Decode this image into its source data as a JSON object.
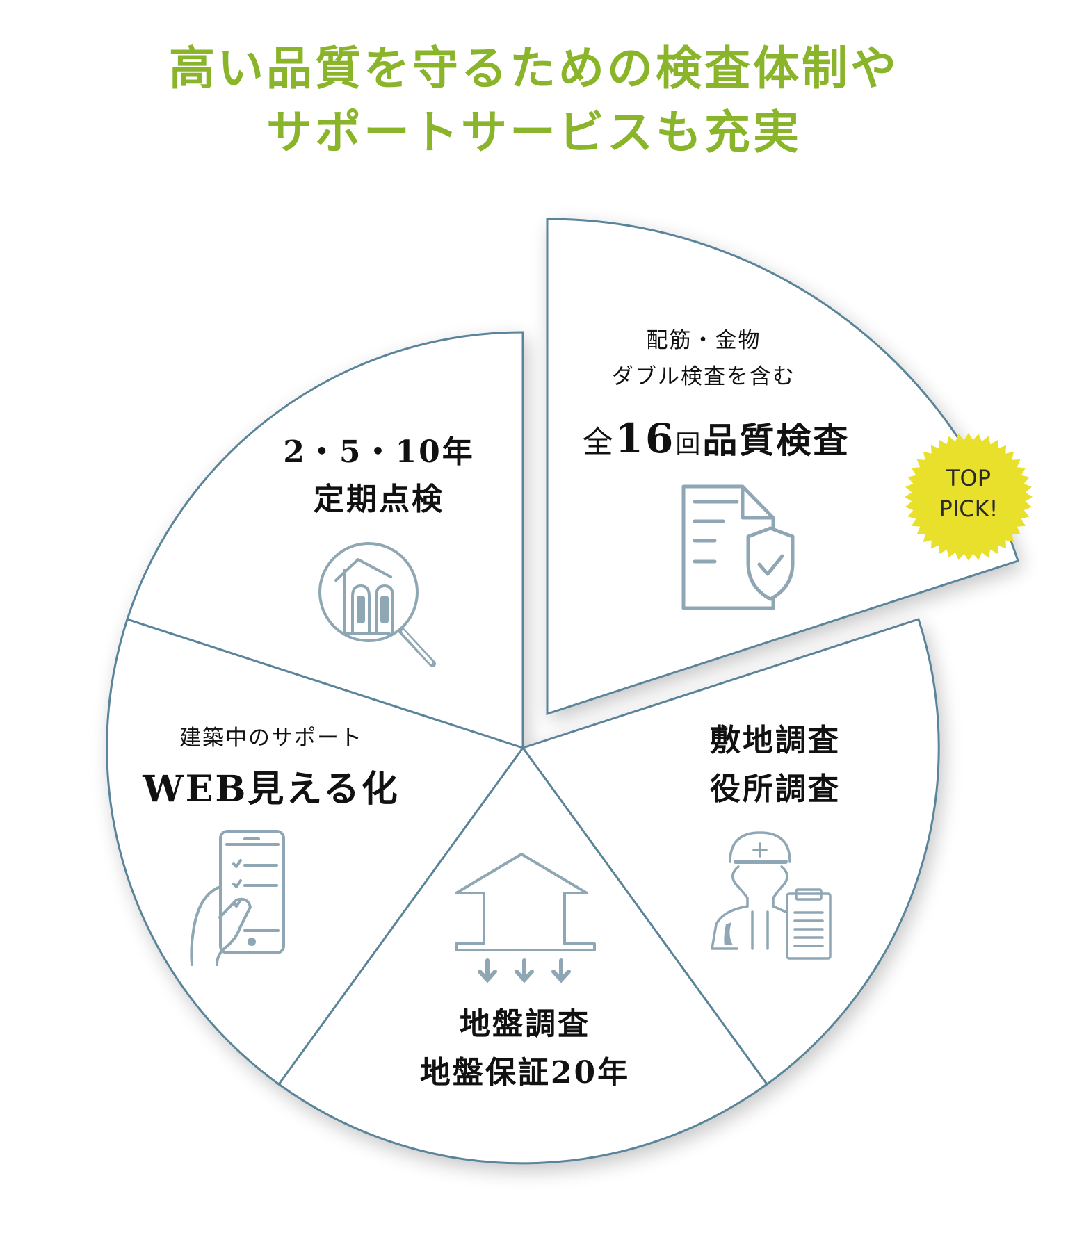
{
  "header": {
    "title_line1": "高い品質を守るための検査体制や",
    "title_line2": "サポートサービスも充実",
    "title_color": "#8AB52A"
  },
  "colors": {
    "outline": "#5A8499",
    "icon": "#8FA6B4",
    "badge": "#E9E02C",
    "text": "#111111"
  },
  "badge": {
    "line1": "TOP",
    "line2": "PICK!"
  },
  "segments": [
    {
      "id": "quality-inspection",
      "exploded": true,
      "sub_line1": "配筋・金物",
      "sub_line2": "ダブル検査を含む",
      "main_prefix": "全",
      "main_number": "16",
      "main_counter": "回",
      "main_suffix": "品質検査",
      "icon": "document-shield-check-icon"
    },
    {
      "id": "site-survey",
      "line1": "敷地調査",
      "line2": "役所調査",
      "icon": "worker-clipboard-icon"
    },
    {
      "id": "ground-survey",
      "line1": "地盤調査",
      "line2": "地盤保証20年",
      "icon": "house-foundation-icon"
    },
    {
      "id": "web-visualization",
      "sub_line1": "建築中のサポート",
      "line1": "WEB見える化",
      "icon": "smartphone-checklist-icon"
    },
    {
      "id": "periodic-inspection",
      "line1": "2・5・10年",
      "line2": "定期点検",
      "icon": "house-magnifier-icon"
    }
  ],
  "chart_data": {
    "type": "pie",
    "title": "高い品質を守るための検査体制やサポートサービスも充実",
    "categories": [
      "全16回品質検査",
      "敷地調査・役所調査",
      "地盤調査・地盤保証20年",
      "WEB見える化",
      "2・5・10年定期点検"
    ],
    "values": [
      20,
      20,
      20,
      20,
      20
    ],
    "exploded": [
      "全16回品質検査"
    ],
    "annotations": [
      "TOP PICK!"
    ]
  }
}
